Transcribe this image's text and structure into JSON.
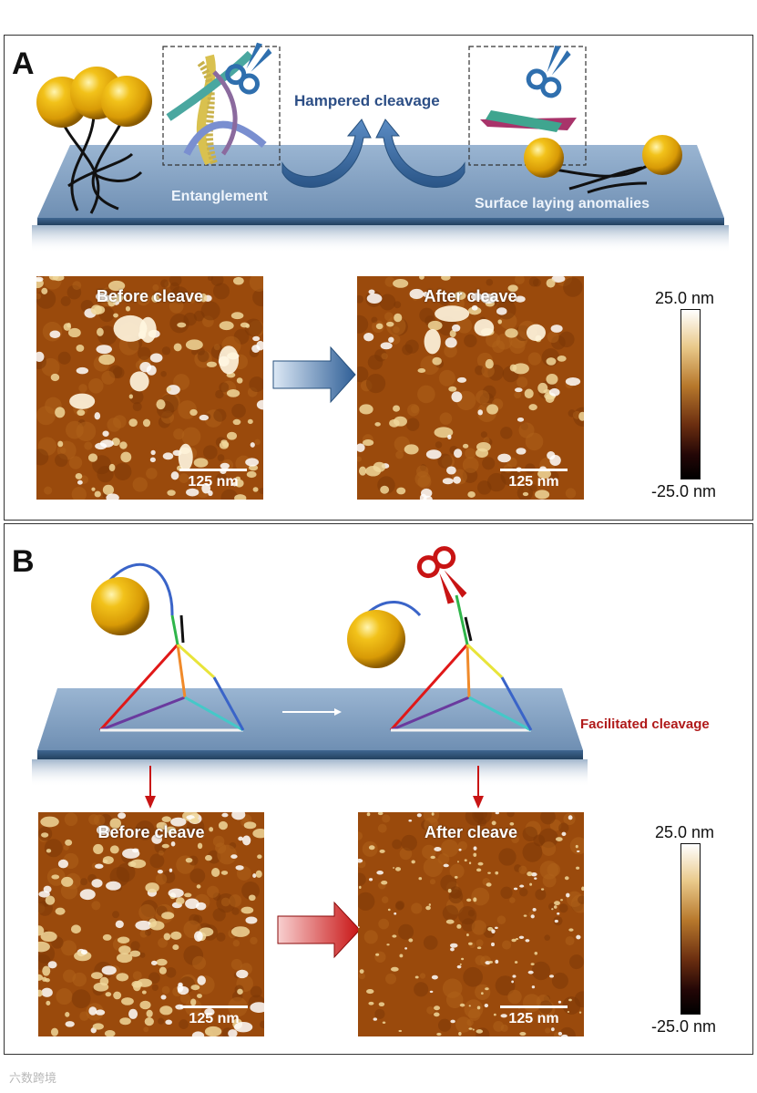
{
  "panel_a": {
    "letter": "A",
    "hampered_label": "Hampered cleavage",
    "entanglement_label": "Entanglement",
    "surface_label": "Surface laying anomalies",
    "afm_before": {
      "title": "Before cleave",
      "scale": "125 nm"
    },
    "afm_after": {
      "title": "After cleave",
      "scale": "125 nm"
    },
    "colorbar": {
      "max": "25.0 nm",
      "min": "-25.0 nm"
    }
  },
  "panel_b": {
    "letter": "B",
    "facilitated_label": "Facilitated  cleavage",
    "afm_before": {
      "title": "Before cleave",
      "scale": "125 nm"
    },
    "afm_after": {
      "title": "After cleave",
      "scale": "125 nm"
    },
    "colorbar": {
      "max": "25.0 nm",
      "min": "-25.0 nm"
    }
  },
  "colors": {
    "gold": "#e8a90c",
    "blue_arrow": "#2f5f97",
    "red_arrow": "#c81414",
    "red_text": "#b01a1a",
    "label_blue": "#2d4f86",
    "afm_base": "#9a4a0c"
  },
  "watermark": "六数跨境"
}
